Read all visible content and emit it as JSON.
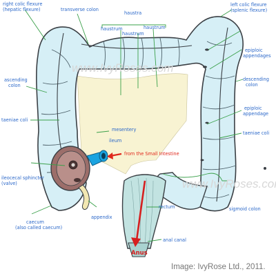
{
  "labels": {
    "right_colic_flexure": "right colic flexure",
    "right_colic_flexure_alt": "(hepatic flexure)",
    "transverse_colon": "transverse colon",
    "haustra": "haustra",
    "haustrum_1": "haustrum",
    "haustrum_2": "haustrum",
    "haustrum_3": "haustrum",
    "left_colic_flexure": "left colic flexure",
    "left_colic_flexure_alt": "(splenic flexure)",
    "epiploic_appendages": "epiploic",
    "epiploic_appendages_2": "appendages",
    "ascending_colon": "ascending",
    "ascending_colon_2": "colon",
    "descending_colon": "descending",
    "descending_colon_2": "colon",
    "taeniae_coli_left": "taeniae coli",
    "mesentery": "mesentery",
    "epiploic_appendage": "epiploic",
    "epiploic_appendage_2": "appendage",
    "taeniae_coli_right": "taeniae coli",
    "ileum": "ileum",
    "from_small_intestine": "from the Small Intestine",
    "ileocecal_sphincter": "ileocecal sphincter",
    "ileocecal_sphincter_2": "(valve)",
    "sigmoid_colon": "sigmoid colon",
    "appendix": "appendix",
    "rectum": "rectum",
    "caecum": "caecum",
    "caecum_2": "(also called caecum)",
    "anal_canal": "anal canal",
    "anus": "Anus"
  },
  "watermarks": {
    "top": "www.IvyRoses.com",
    "bottom": "www.IvyRoses.com"
  },
  "credit": "Image: IvyRose Ltd., 2011.",
  "colors": {
    "colon_fill": "#d6eff6",
    "colon_stroke": "#3a3f44",
    "label_blue": "#2a67c9",
    "leader_green": "#3aa04a",
    "arrow_red": "#e0281c",
    "mesentery_fill": "#f8f3d2",
    "ileum_blue": "#1aa3e0",
    "cross_section_fill": "#b98f8a"
  }
}
